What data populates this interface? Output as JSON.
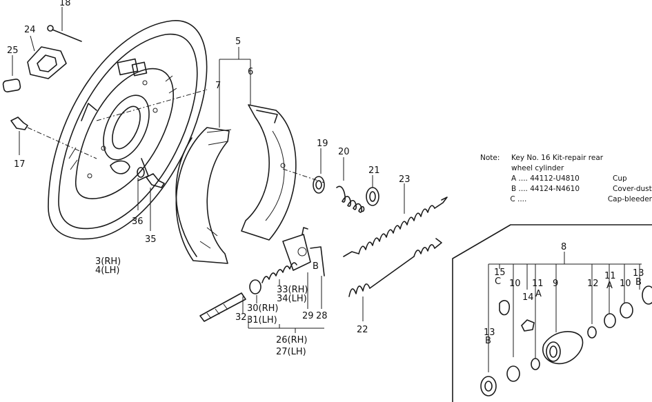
{
  "callouts": {
    "c18": "18",
    "c24": "24",
    "c25": "25",
    "c17": "17",
    "c5": "5",
    "c6": "6",
    "c7": "7",
    "c19": "19",
    "c20": "20",
    "c21": "21",
    "c23": "23",
    "c36": "36",
    "c35": "35",
    "c3rh": "3(RH)",
    "c4lh": "4(LH)",
    "c33rh": "33(RH)",
    "c34lh": "34(LH)",
    "c30rh": "30(RH)",
    "c31lh": "31(LH)",
    "c32": "32",
    "c29": "29",
    "c28": "28",
    "cB28": "B",
    "c22": "22",
    "c26rh": "26(RH)",
    "c27lh": "27(LH)"
  },
  "inset": {
    "c8": "8",
    "c15": "15",
    "cC": "C",
    "c10a": "10",
    "c11a": "11",
    "c9": "9",
    "c12": "12",
    "c11b": "11",
    "c10b": "10",
    "c13a": "13",
    "c14": "14",
    "cA1": "A",
    "cA2": "A",
    "cB1": "B",
    "c13b": "13",
    "cB2": "B"
  },
  "note": {
    "title": "Note:",
    "line1": "Key No. 16 Kit-repair rear",
    "line2": "wheel cylinder",
    "rows": [
      {
        "key": "A ....",
        "part": "44112-U4810",
        "desc": "Cup"
      },
      {
        "key": "B ....",
        "part": "44124-N4610",
        "desc": "Cover-dust"
      },
      {
        "key": "C ....",
        "part": "",
        "desc": "Cap-bleeder"
      }
    ]
  }
}
